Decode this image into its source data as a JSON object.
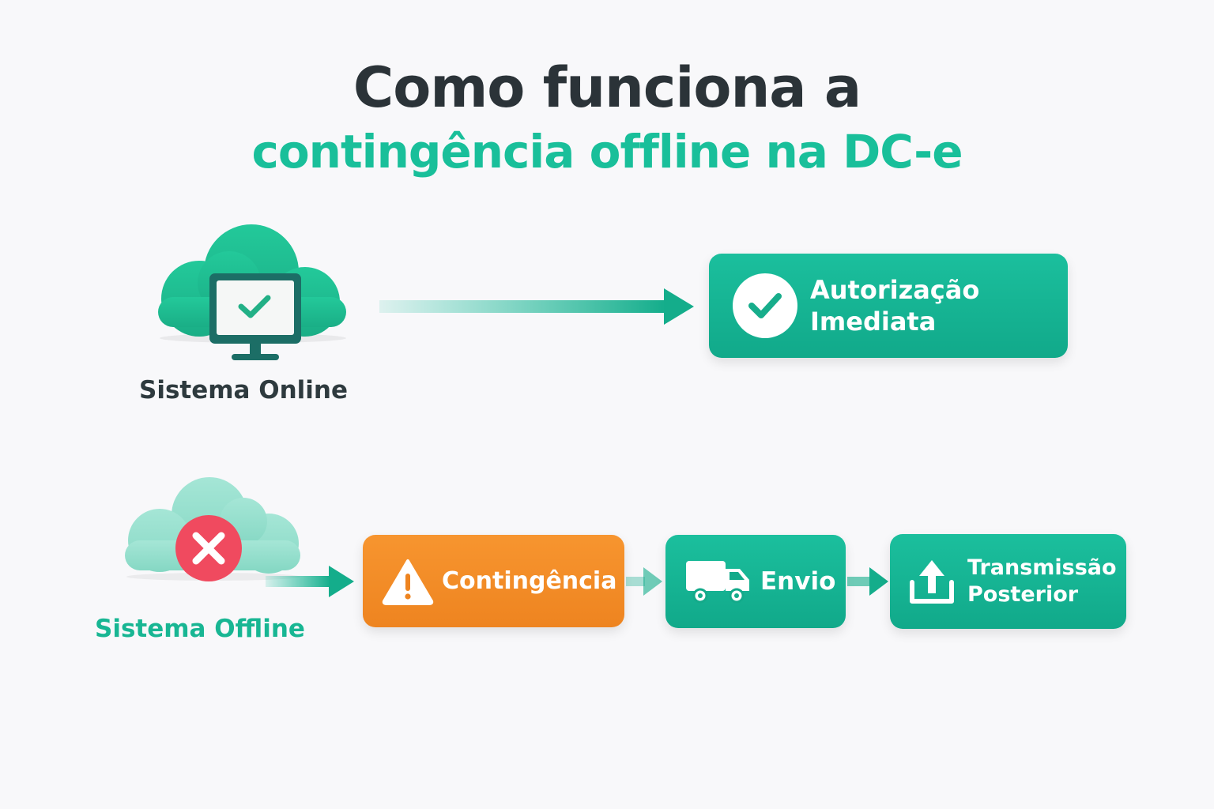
{
  "title": {
    "line1": "Como funciona a",
    "line2": "contingência offline na DC-e"
  },
  "online": {
    "label": "Sistema Online",
    "result": {
      "line1": "Autorização",
      "line2": "Imediata"
    }
  },
  "offline": {
    "label": "Sistema Offline",
    "steps": {
      "contingencia": "Contingência",
      "envio": "Envio",
      "transmissao": {
        "line1": "Transmissão",
        "line2": "Posterior"
      }
    }
  },
  "colors": {
    "teal": "#1bbf9d",
    "orange": "#f7952f",
    "dark": "#2b3338",
    "error_red": "#f04a5f"
  },
  "icons": {
    "online_node": "cloud-monitor-check-icon",
    "offline_node": "cloud-error-icon",
    "result": "check-circle-icon",
    "warning": "warning-triangle-icon",
    "truck": "delivery-truck-icon",
    "upload": "upload-icon"
  }
}
